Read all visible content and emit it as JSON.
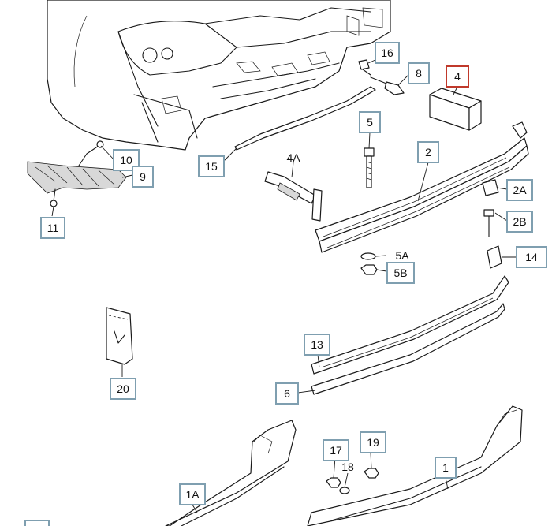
{
  "diagram": {
    "highlight_color": "#c0392b",
    "box_color": "#7f9fb0",
    "callouts": {
      "c1": "1",
      "c1A": "1A",
      "c2": "2",
      "c2A": "2A",
      "c2B": "2B",
      "c4": "4",
      "c4A": "4A",
      "c5": "5",
      "c5A": "5A",
      "c5B": "5B",
      "c6": "6",
      "c8": "8",
      "c9": "9",
      "c10": "10",
      "c11": "11",
      "c13": "13",
      "c14": "14",
      "c15": "15",
      "c16": "16",
      "c17": "17",
      "c18": "18",
      "c19": "19",
      "c20": "20"
    }
  }
}
